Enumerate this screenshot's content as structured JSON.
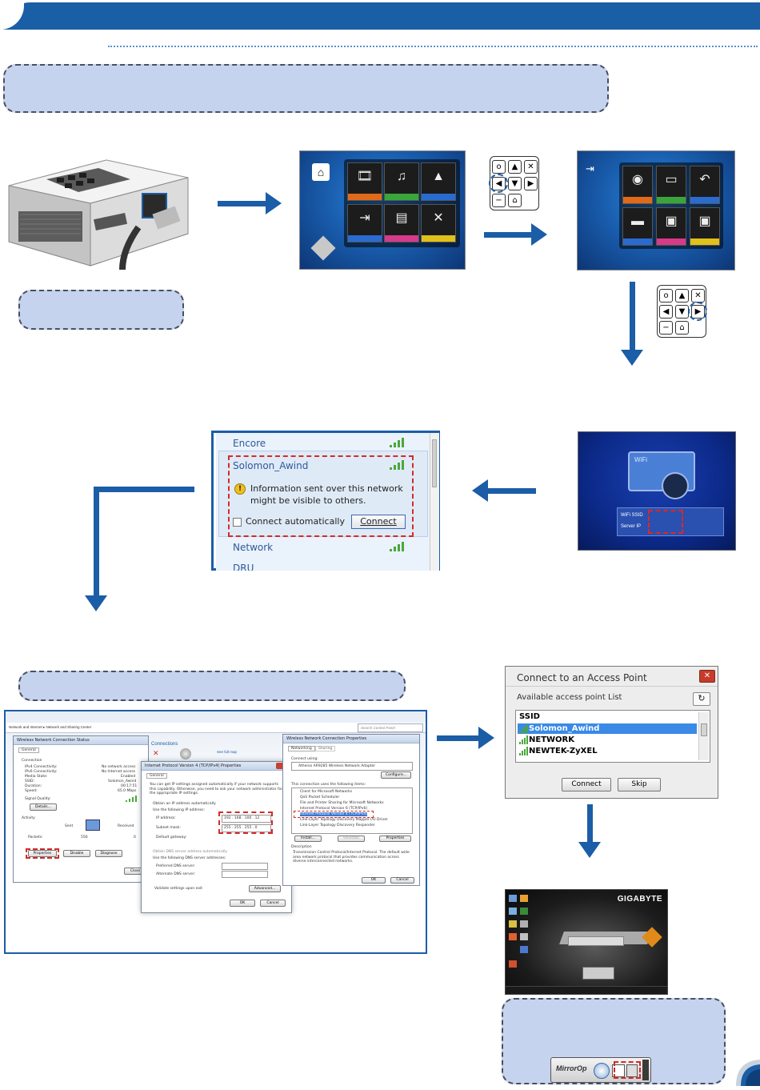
{
  "wifi_list": {
    "networks": [
      {
        "name": "Encore"
      },
      {
        "name": "Solomon_Awind"
      },
      {
        "name": "Network"
      },
      {
        "name": "DRU"
      }
    ],
    "info_text_line1": "Information sent over this network",
    "info_text_line2": "might be visible to others.",
    "auto_connect_label": "Connect automatically",
    "connect_label": "Connect"
  },
  "projector_screen": {
    "wifi_label": "WiFi",
    "ssid_label": "WiFi SSID",
    "server_ip_label": "Server IP"
  },
  "access_point_dialog": {
    "title": "Connect to an Access Point",
    "list_label": "Available access point List",
    "column_header": "SSID",
    "items": [
      "Solomon_Awind",
      "NETWORK",
      "NEWTEK-ZyXEL"
    ],
    "connect_label": "Connect",
    "skip_label": "Skip"
  },
  "windows_dialogs": {
    "breadcrumb": "Network and Internet ▸ Network and Sharing Center",
    "search_placeholder": "Search Control Panel",
    "status_title": "Wireless Network Connection Status",
    "status_tab": "General",
    "connection_label": "Connection",
    "ipv4_label": "IPv4 Connectivity:",
    "ipv4_value": "No network access",
    "ipv6_label": "IPv6 Connectivity:",
    "ipv6_value": "No Internet access",
    "media_label": "Media State:",
    "media_value": "Enabled",
    "ssid_label": "SSID:",
    "ssid_value": "Solomon_Awind",
    "duration_label": "Duration:",
    "duration_value": "00:17:51",
    "speed_label": "Speed:",
    "speed_value": "65.0 Mbps",
    "signal_label": "Signal Quality:",
    "details_label": "Details...",
    "activity_label": "Activity",
    "sent_label": "Sent",
    "received_label": "Received",
    "packets_label": "Packets:",
    "packets_sent": "556",
    "packets_received": "0",
    "properties_label": "Properties",
    "disable_label": "Disable",
    "diagnose_label": "Diagnose",
    "close_label": "Close",
    "connections_label": "Connections",
    "see_full_map": "See full map",
    "ipv4_title": "Internet Protocol Version 4 (TCP/IPv4) Properties",
    "ipv4_tab": "General",
    "ipv4_desc": "You can get IP settings assigned automatically if your network supports this capability. Otherwise, you need to ask your network administrator for the appropriate IP settings.",
    "obtain_auto": "Obtain an IP address automatically",
    "use_following": "Use the following IP address:",
    "ip_label": "IP address:",
    "ip_value": "192 . 168 . 100 . 12",
    "mask_label": "Subnet mask:",
    "mask_value": "255 . 255 . 255 . 0",
    "gateway_label": "Default gateway:",
    "dns_auto": "Obtain DNS server address automatically",
    "dns_following": "Use the following DNS server addresses:",
    "pref_dns": "Preferred DNS server:",
    "alt_dns": "Alternate DNS server:",
    "validate": "Validate settings upon exit",
    "advanced": "Advanced...",
    "ok": "OK",
    "cancel": "Cancel",
    "props_title": "Wireless Network Connection Properties",
    "networking_tab": "Networking",
    "sharing_tab": "Sharing",
    "connect_using": "Connect using:",
    "adapter": "Atheros AR9285 Wireless Network Adapter",
    "configure": "Configure...",
    "items_label": "This connection uses the following items:",
    "items": [
      "Client for Microsoft Networks",
      "QoS Packet Scheduler",
      "File and Printer Sharing for Microsoft Networks",
      "Internet Protocol Version 6 (TCP/IPv6)",
      "Internet Protocol Version 4 (TCP/IPv4)",
      "Link-Layer Topology Discovery Mapper I/O Driver",
      "Link-Layer Topology Discovery Responder"
    ],
    "install": "Install...",
    "uninstall": "Uninstall",
    "properties": "Properties",
    "description_label": "Description",
    "description_text": "Transmission Control Protocol/Internet Protocol. The default wide area network protocol that provides communication across diverse interconnected networks."
  },
  "desktop": {
    "brand": "GIGABYTE"
  },
  "mirrorop": {
    "label": "MirrorOp"
  },
  "colors": {
    "banner": "#1a5ea6",
    "callout_fill": "#c6d3ee",
    "arrow": "#1b5da6",
    "highlight": "#d62a2a"
  }
}
